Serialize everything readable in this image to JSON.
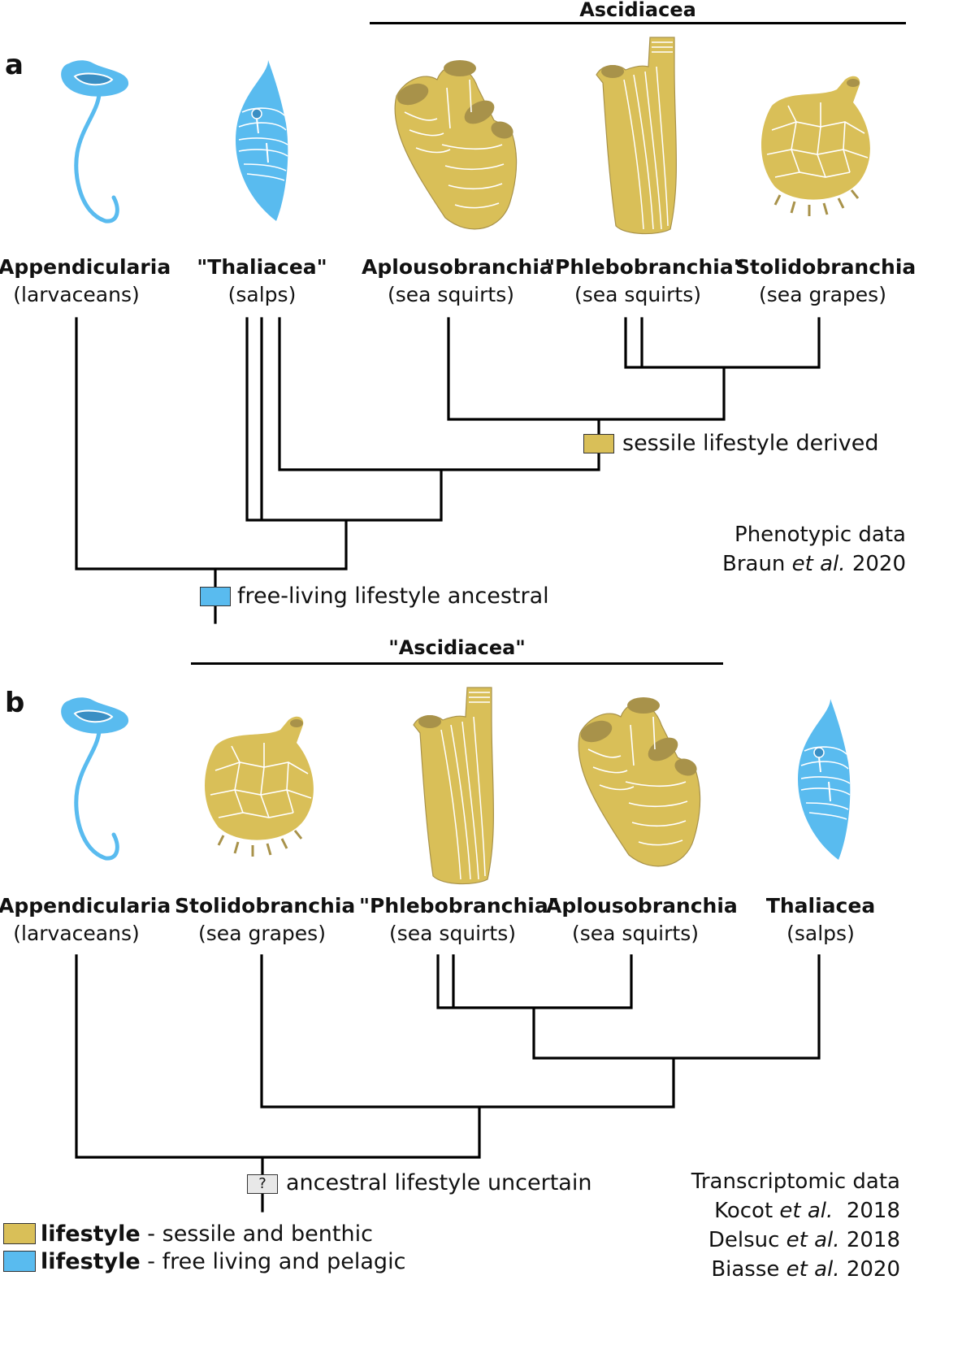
{
  "colors": {
    "sessile": "#d9bf58",
    "sessile_dark": "#a8924a",
    "free": "#59bbef",
    "free_dark": "#3a8fc4",
    "uncertain": "#e8e8e8",
    "line": "#000000"
  },
  "panel_a": {
    "letter": "a",
    "clade_label": "Ascidiacea",
    "taxa": [
      {
        "name": "Appendicularia",
        "common": "(larvaceans)",
        "icon": "larvacean-icon"
      },
      {
        "name": "\"Thaliacea\"",
        "common": "(salps)",
        "icon": "salp-icon"
      },
      {
        "name": "Aplousobranchia",
        "common": "(sea squirts)",
        "icon": "colonial-sea-squirt-icon"
      },
      {
        "name": "\"Phlebobranchia\"",
        "common": "(sea squirts)",
        "icon": "solitary-sea-squirt-icon"
      },
      {
        "name": "Stolidobranchia",
        "common": "(sea grapes)",
        "icon": "sea-grape-icon"
      }
    ],
    "marker_derived": "sessile lifestyle derived",
    "marker_ancestral": "free-living lifestyle ancestral",
    "source_line1": "Phenotypic data",
    "source_author": "Braun",
    "source_etal": "et al.",
    "source_year": "2020"
  },
  "panel_b": {
    "letter": "b",
    "clade_label": "\"Ascidiacea\"",
    "taxa": [
      {
        "name": "Appendicularia",
        "common": "(larvaceans)",
        "icon": "larvacean-icon"
      },
      {
        "name": "Stolidobranchia",
        "common": "(sea grapes)",
        "icon": "sea-grape-icon"
      },
      {
        "name": "\"Phlebobranchia\"",
        "common": "(sea squirts)",
        "icon": "solitary-sea-squirt-icon"
      },
      {
        "name": "Aplousobranchia",
        "common": "(sea squirts)",
        "icon": "colonial-sea-squirt-icon"
      },
      {
        "name": "Thaliacea",
        "common": "(salps)",
        "icon": "salp-icon"
      }
    ],
    "marker_uncertain_symbol": "?",
    "marker_uncertain": "ancestral lifestyle uncertain",
    "source_line1": "Transcriptomic data",
    "sources": [
      {
        "author": "Kocot",
        "etal": "et al.",
        "year": "2018"
      },
      {
        "author": "Delsuc",
        "etal": "et al.",
        "year": "2018"
      },
      {
        "author": "Biasse",
        "etal": "et al.",
        "year": "2020"
      }
    ]
  },
  "legend": [
    {
      "bold": "lifestyle",
      "rest": " - sessile and benthic",
      "color": "sessile"
    },
    {
      "bold": "lifestyle",
      "rest": " - free living and pelagic",
      "color": "free"
    }
  ]
}
